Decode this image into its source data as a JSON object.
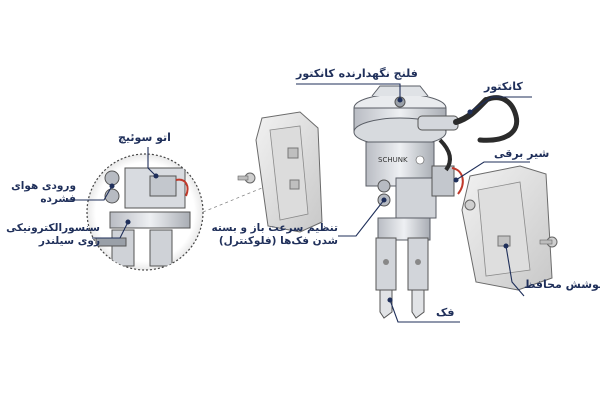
{
  "labels": {
    "connector_flange": "فلنج نگهدارنده کانکتور",
    "connector": "کانکتور",
    "auto_switch": "اتو سوئیچ",
    "electric_valve": "شیر برقی",
    "compressed_air_line1": "ورودی هوای",
    "compressed_air_line2": "فشرده",
    "speed_adjust_line1": "تنظیم سرعت باز و بسته",
    "speed_adjust_line2": "شدن فک‌ها (فلوکنترل)",
    "sensor_line1": "سنسورالکترونیکی",
    "sensor_line2": "روی سیلندر",
    "cover": "پوشش محافظ",
    "jaw": "فک"
  },
  "colors": {
    "label_text": "#1f2f5a",
    "leader_line": "#1f2f5a",
    "metal_light": "#e6e8ec",
    "metal_mid": "#c9ccd2",
    "metal_dark": "#8b8f96",
    "outline": "#4a4e55",
    "cable": "#2b2b2b",
    "wire_red": "#c0392b",
    "magnifier_ring": "#444444"
  }
}
